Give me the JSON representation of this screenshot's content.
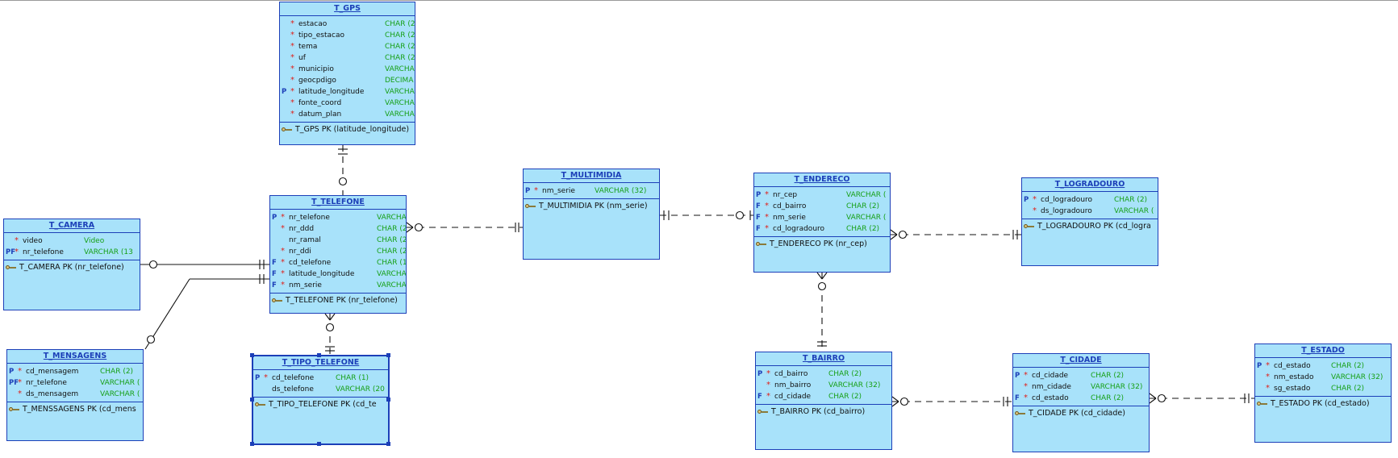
{
  "entities": {
    "gps": {
      "name": "T_GPS",
      "columns": [
        {
          "k": "",
          "m": "*",
          "n": "estacao",
          "t": "CHAR (2"
        },
        {
          "k": "",
          "m": "*",
          "n": "tipo_estacao",
          "t": "CHAR (2"
        },
        {
          "k": "",
          "m": "*",
          "n": "tema",
          "t": "CHAR (2"
        },
        {
          "k": "",
          "m": "*",
          "n": "uf",
          "t": "CHAR (2"
        },
        {
          "k": "",
          "m": "*",
          "n": "municipio",
          "t": "VARCHA"
        },
        {
          "k": "",
          "m": "*",
          "n": "geocpdigo",
          "t": "DECIMA"
        },
        {
          "k": "P",
          "m": "*",
          "n": "latitude_longitude",
          "t": "VARCHA"
        },
        {
          "k": "",
          "m": "*",
          "n": "fonte_coord",
          "t": "VARCHA"
        },
        {
          "k": "",
          "m": "*",
          "n": "datum_plan",
          "t": "VARCHA"
        }
      ],
      "pk": "T_GPS PK (latitude_longitude)"
    },
    "telefone": {
      "name": "T_TELEFONE",
      "columns": [
        {
          "k": "P",
          "m": "*",
          "n": "nr_telefone",
          "t": "VARCHA"
        },
        {
          "k": "",
          "m": "*",
          "n": "nr_ddd",
          "t": "CHAR (2"
        },
        {
          "k": "",
          "m": "",
          "n": "nr_ramal",
          "t": "CHAR (2"
        },
        {
          "k": "",
          "m": "*",
          "n": "nr_ddi",
          "t": "CHAR (2"
        },
        {
          "k": "F",
          "m": "*",
          "n": "cd_telefone",
          "t": "CHAR (1"
        },
        {
          "k": "F",
          "m": "*",
          "n": "latitude_longitude",
          "t": "VARCHA"
        },
        {
          "k": "F",
          "m": "*",
          "n": "nm_serie",
          "t": "VARCHA"
        }
      ],
      "pk": "T_TELEFONE PK (nr_telefone)"
    },
    "camera": {
      "name": "T_CAMERA",
      "columns": [
        {
          "k": "",
          "m": "*",
          "n": "video",
          "t": "Video"
        },
        {
          "k": "PF",
          "m": "*",
          "n": "nr_telefone",
          "t": "VARCHAR (13"
        }
      ],
      "pk": "T_CAMERA PK (nr_telefone)"
    },
    "mensagens": {
      "name": "T_MENSAGENS",
      "columns": [
        {
          "k": "P",
          "m": "*",
          "n": "cd_mensagem",
          "t": "CHAR (2)"
        },
        {
          "k": "PF",
          "m": "*",
          "n": "nr_telefone",
          "t": "VARCHAR ("
        },
        {
          "k": "",
          "m": "*",
          "n": "ds_mensagem",
          "t": "VARCHAR ("
        }
      ],
      "pk": "T_MENSSAGENS PK (cd_mens"
    },
    "tipo_telefone": {
      "name": "T_TIPO_TELEFONE",
      "columns": [
        {
          "k": "P",
          "m": "*",
          "n": "cd_telefone",
          "t": "CHAR (1)"
        },
        {
          "k": "",
          "m": "",
          "n": "ds_telefone",
          "t": "VARCHAR (20"
        }
      ],
      "pk": "T_TIPO_TELEFONE PK (cd_te"
    },
    "multimidia": {
      "name": "T_MULTIMIDIA",
      "columns": [
        {
          "k": "P",
          "m": "*",
          "n": "nm_serie",
          "t": "VARCHAR (32)"
        }
      ],
      "pk": "T_MULTIMIDIA PK (nm_serie)"
    },
    "endereco": {
      "name": "T_ENDERECO",
      "columns": [
        {
          "k": "P",
          "m": "*",
          "n": "nr_cep",
          "t": "VARCHAR ("
        },
        {
          "k": "F",
          "m": "*",
          "n": "cd_bairro",
          "t": "CHAR (2)"
        },
        {
          "k": "F",
          "m": "*",
          "n": "nm_serie",
          "t": "VARCHAR ("
        },
        {
          "k": "F",
          "m": "*",
          "n": "cd_logradouro",
          "t": "CHAR (2)"
        }
      ],
      "pk": "T_ENDERECO PK (nr_cep)"
    },
    "logradouro": {
      "name": "T_LOGRADOURO",
      "columns": [
        {
          "k": "P",
          "m": "*",
          "n": "cd_logradouro",
          "t": "CHAR (2)"
        },
        {
          "k": "",
          "m": "*",
          "n": "ds_logradouro",
          "t": "VARCHAR ("
        }
      ],
      "pk": "T_LOGRADOURO PK (cd_logra"
    },
    "bairro": {
      "name": "T_BAIRRO",
      "columns": [
        {
          "k": "P",
          "m": "*",
          "n": "cd_bairro",
          "t": "CHAR (2)"
        },
        {
          "k": "",
          "m": "*",
          "n": "nm_bairro",
          "t": "VARCHAR (32)"
        },
        {
          "k": "F",
          "m": "*",
          "n": "cd_cidade",
          "t": "CHAR (2)"
        }
      ],
      "pk": "T_BAIRRO PK (cd_bairro)"
    },
    "cidade": {
      "name": "T_CIDADE",
      "columns": [
        {
          "k": "P",
          "m": "*",
          "n": "cd_cidade",
          "t": "CHAR (2)"
        },
        {
          "k": "",
          "m": "*",
          "n": "nm_cidade",
          "t": "VARCHAR (32)"
        },
        {
          "k": "F",
          "m": "*",
          "n": "cd_estado",
          "t": "CHAR (2)"
        }
      ],
      "pk": "T_CIDADE PK (cd_cidade)"
    },
    "estado": {
      "name": "T_ESTADO",
      "columns": [
        {
          "k": "P",
          "m": "*",
          "n": "cd_estado",
          "t": "CHAR (2)"
        },
        {
          "k": "",
          "m": "*",
          "n": "nm_estado",
          "t": "VARCHAR (32)"
        },
        {
          "k": "",
          "m": "*",
          "n": "sg_estado",
          "t": "CHAR (2)"
        }
      ],
      "pk": "T_ESTADO PK (cd_estado)"
    }
  },
  "colors": {
    "entity_fill": "#a8e2fa",
    "entity_border": "#1c3fb8",
    "mandatory_marker": "#e0201a",
    "datatype_text": "#16a016",
    "key_marker": "#1c3fb8"
  }
}
